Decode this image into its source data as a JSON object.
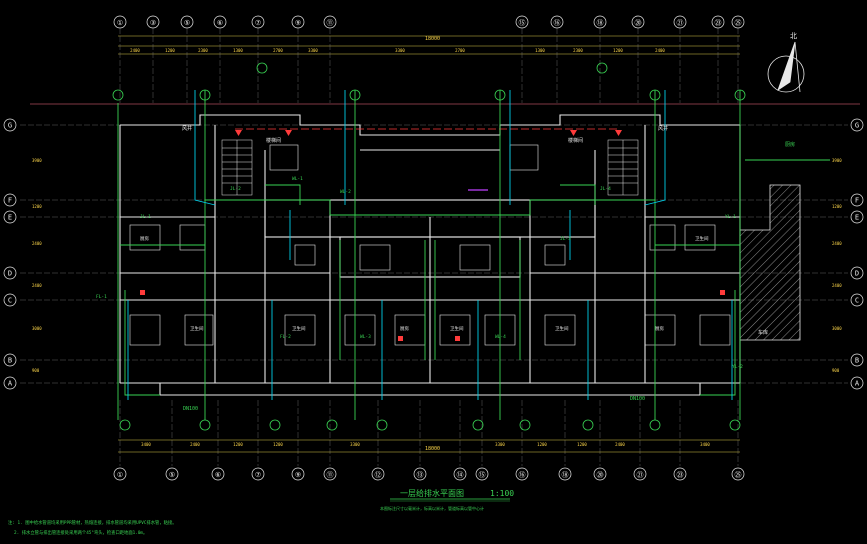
{
  "drawing": {
    "title": "一层给排水平面图",
    "scale": "1:100",
    "subtitle": "本图标注尺寸以毫米计，标高以米计，管道标高以管中心计",
    "notes": [
      "注: 1. 图中给水管道均采用PPR管材，热熔连接，排水管道均采用UPVC排水管，粘接。",
      "2. 排水立管与排出管连接处采用两个45°弯头，检查口距地面1.0m。"
    ],
    "overall_dim": "18000",
    "bottom_overall_dim": "18000"
  },
  "axes": {
    "top": [
      "①",
      "③",
      "⑤",
      "⑥",
      "⑦",
      "⑨",
      "⑪",
      "⑮",
      "⑯",
      "⑱",
      "⑳",
      "㉑",
      "㉓",
      "㉕"
    ],
    "bottom": [
      "①",
      "⑤",
      "⑥",
      "⑦",
      "⑨",
      "⑪",
      "⑫",
      "⑬",
      "⑭",
      "⑮",
      "⑯",
      "⑱",
      "⑳",
      "㉑",
      "㉓",
      "㉕"
    ],
    "left": [
      "G",
      "F",
      "E",
      "D",
      "C",
      "B",
      "A"
    ],
    "right": [
      "G",
      "F",
      "E",
      "D",
      "C",
      "B",
      "A"
    ]
  },
  "top_dims": [
    "2400",
    "1200",
    "2300",
    "1300",
    "2700",
    "3300",
    "3300",
    "2700",
    "1300",
    "2300",
    "1200",
    "2400"
  ],
  "bottom_dims": [
    "3400",
    "2400",
    "1200",
    "1200",
    "3300",
    "3300",
    "1200",
    "1200",
    "2400",
    "3400"
  ],
  "left_dims": [
    "3900",
    "1200",
    "2400",
    "2400",
    "3000",
    "900"
  ],
  "right_dims": [
    "3900",
    "1200",
    "2400",
    "2400",
    "3000",
    "900"
  ],
  "labels": {
    "stair_left": "楼梯间",
    "stair_right": "楼梯间",
    "shaft_left": "风井",
    "shaft_right": "风井",
    "room_codes": [
      "厨房",
      "卫生间",
      "卫生间",
      "厨房",
      "卫生间",
      "卫生间",
      "厨房",
      "卫生间"
    ],
    "pipe_tags": [
      "JL-1",
      "JL-2",
      "WL-1",
      "WL-2",
      "FL-1",
      "FL-2",
      "WL-3",
      "WL-4",
      "JL-3",
      "JL-4",
      "YL-1",
      "YL-2"
    ],
    "callout_left": "DN100",
    "callout_right": "DN100",
    "hatch_label": "车库",
    "room_area": "厨房"
  },
  "colors": {
    "water_supply": "#39d353",
    "drainage": "#00cfe8",
    "architecture": "#e8e8e8",
    "dimension": "#d9c84a",
    "fire": "#ff3b3b",
    "accent": "#c040ff"
  }
}
